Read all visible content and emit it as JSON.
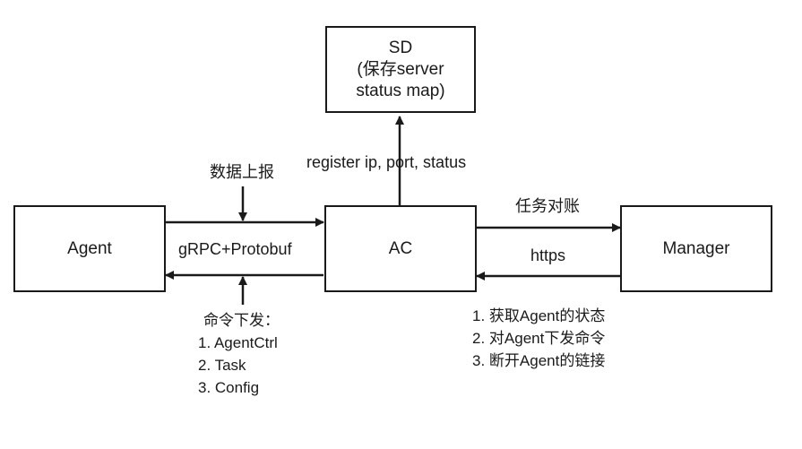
{
  "nodes": {
    "sd": {
      "lines": [
        "SD",
        "(保存server",
        "status map)"
      ]
    },
    "agent": {
      "label": "Agent"
    },
    "ac": {
      "label": "AC"
    },
    "manager": {
      "label": "Manager"
    }
  },
  "edges": {
    "ac_to_sd": {
      "label": "register ip, port, status"
    },
    "agent_ac": {
      "label": "gRPC+Protobuf"
    },
    "data_report": {
      "label": "数据上报"
    },
    "ac_to_manager": {
      "label": "任务对账"
    },
    "manager_to_ac": {
      "label": "https"
    }
  },
  "notes": {
    "commands": {
      "title": "命令下发：",
      "items": [
        "1. AgentCtrl",
        "2. Task",
        "3. Config"
      ]
    },
    "manager_actions": {
      "items": [
        "1. 获取Agent的状态",
        "2. 对Agent下发命令",
        "3. 断开Agent的链接"
      ]
    }
  }
}
